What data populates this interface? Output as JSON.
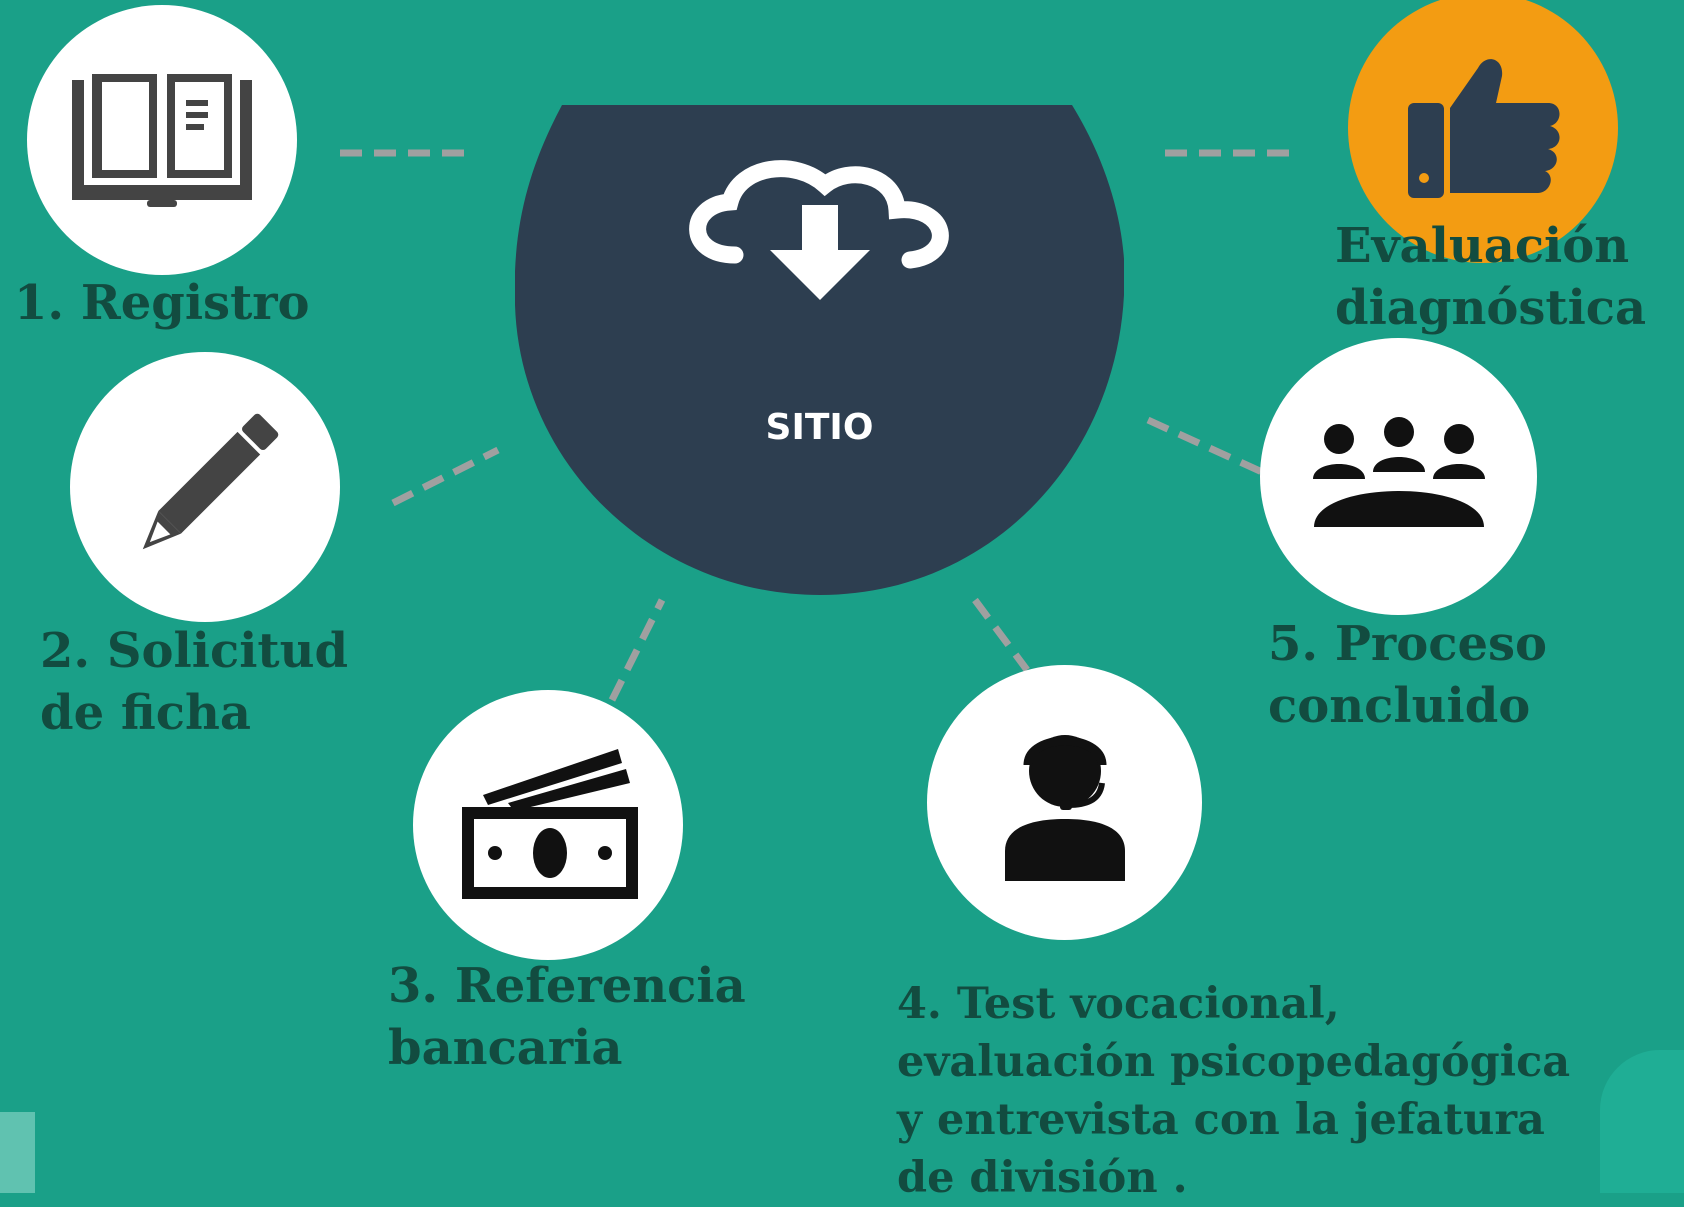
{
  "hub": {
    "label": "SITIO",
    "icon": "cloud-download-icon"
  },
  "steps": [
    {
      "label": "1. Registro",
      "icon": "book-icon"
    },
    {
      "label": "2. Solicitud\nde ficha",
      "icon": "pencil-icon"
    },
    {
      "label": "3. Referencia\nbancaria",
      "icon": "money-icon"
    },
    {
      "label": "4. Test vocacional,\nevaluación psicopedagógica\ny entrevista con la jefatura\nde división .",
      "icon": "headset-user-icon"
    },
    {
      "label": "5. Proceso\nconcluido",
      "icon": "group-meeting-icon"
    },
    {
      "label": "Evaluación\ndiagnóstica",
      "icon": "thumbs-up-icon"
    }
  ],
  "colors": {
    "background": "#1aa088",
    "hub": "#2d3e50",
    "node": "#ffffff",
    "highlight_node": "#f39c12",
    "label_text": "#124c40",
    "connector": "#9e9e9e"
  }
}
